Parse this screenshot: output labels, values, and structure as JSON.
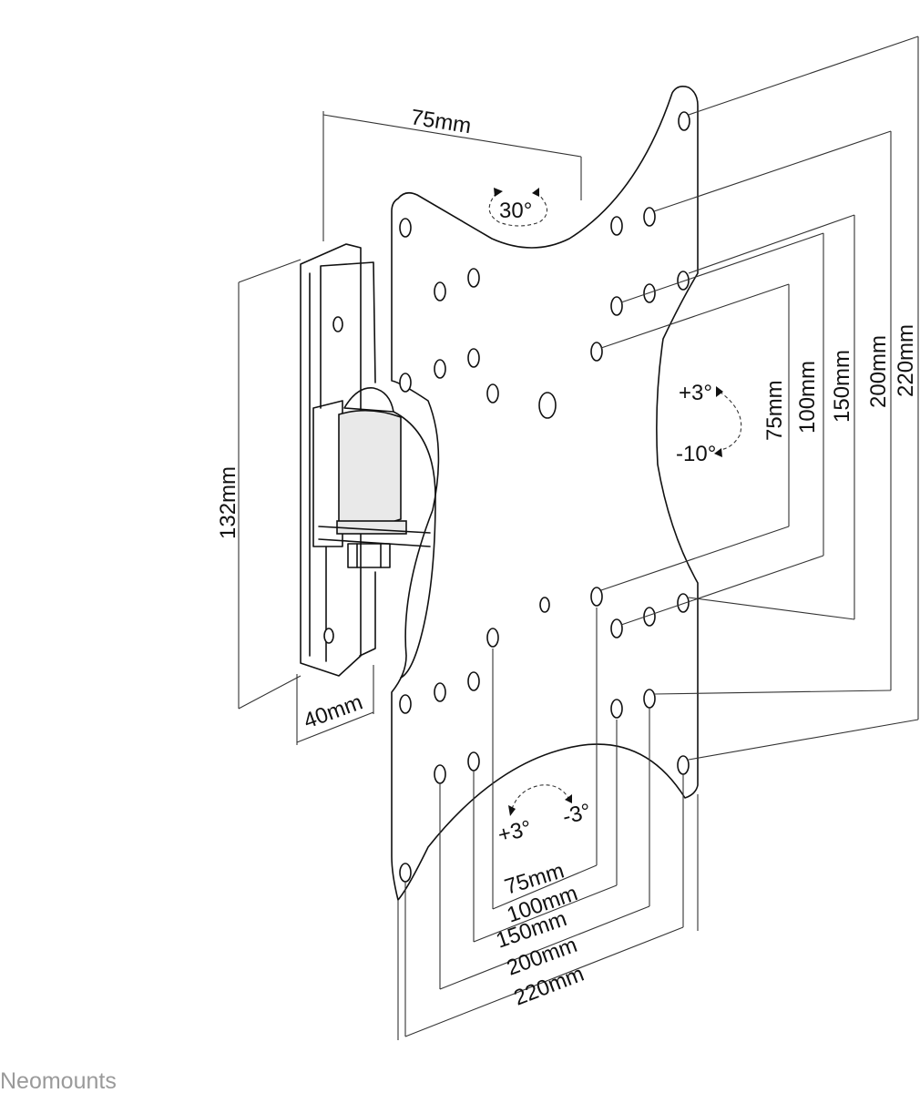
{
  "brand": {
    "name": "Neomounts"
  },
  "labels": {
    "arm_depth": "75mm",
    "swivel": "30°",
    "tilt_up": "+3°",
    "tilt_down": "-10°",
    "rotate_plus": "+3°",
    "rotate_minus": "-3°",
    "bracket_height": "132mm",
    "bracket_width": "40mm"
  },
  "vesa_vertical": [
    "75mm",
    "100mm",
    "150mm",
    "200mm",
    "220mm"
  ],
  "vesa_horizontal": [
    "75mm",
    "100mm",
    "150mm",
    "200mm",
    "220mm"
  ],
  "colors": {
    "line": "#111111",
    "brand": "#9a9a9a"
  }
}
